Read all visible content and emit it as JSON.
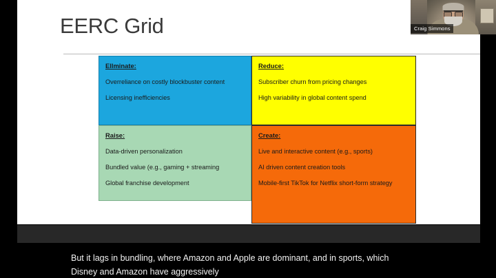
{
  "slide": {
    "title": "EERC Grid",
    "grid": {
      "eliminate": {
        "heading": "Ellminate:",
        "items": [
          "Overreliance on costly blockbuster content",
          "Licensing inefficiencies"
        ],
        "color": "#1CA6DE"
      },
      "reduce": {
        "heading": "Reduce:",
        "items": [
          "Subscriber churn from pricing changes",
          "High variability in global content spend"
        ],
        "color": "#FFFF00"
      },
      "raise": {
        "heading": "Raise:",
        "items": [
          "Data-driven personalization",
          "Bundled value (e.g., gaming + streaming",
          "Global franchise development"
        ],
        "color": "#A8D8B4"
      },
      "create": {
        "heading": "Create:",
        "items": [
          "Live and interactive content (e.g., sports)",
          "AI driven content creation tools",
          "Mobile-first TikTok for Netflix short-form strategy"
        ],
        "color": "#F56A0A"
      }
    }
  },
  "caption": {
    "line1": "But it lags in bundling, where Amazon and Apple are dominant, and in sports, which",
    "line2": "Disney and Amazon have aggressively"
  },
  "participant": {
    "name": "Craig Simmons"
  }
}
